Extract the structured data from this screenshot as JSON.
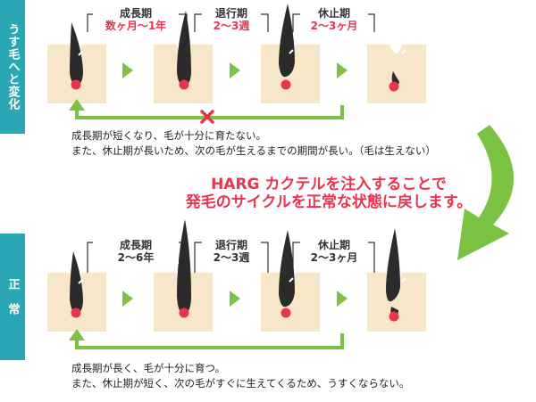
{
  "sections": {
    "top": {
      "side_label": "うす毛へと変化",
      "phases": [
        {
          "name": "成長期",
          "duration": "数ヶ月〜1年"
        },
        {
          "name": "退行期",
          "duration": "2〜3週"
        },
        {
          "name": "休止期",
          "duration": "2〜3ヶ月"
        }
      ],
      "cross_mark": "×",
      "description": [
        "成長期が短くなり、毛が十分に育たない。",
        "また、休止期が長いため、次の毛が生えるまでの期間が長い。（毛は生えない）"
      ]
    },
    "middle": {
      "headline": [
        "HARG カクテルを注入することで",
        "発毛のサイクルを正常な状態に戻します。"
      ]
    },
    "bottom": {
      "side_label": "正　常",
      "phases": [
        {
          "name": "成長期",
          "duration": "2〜6年"
        },
        {
          "name": "退行期",
          "duration": "2〜3週"
        },
        {
          "name": "休止期",
          "duration": "2〜3ヶ月"
        }
      ],
      "description": [
        "成長期が長く、毛が十分に育つ。",
        "また、休止期が短く、次の毛がすぐに生えてくるため、うすくならない。"
      ]
    }
  },
  "colors": {
    "teal": "#2aa7b5",
    "green": "#7cc242",
    "pink": "#e8344e",
    "skin": "#f7e6c8",
    "hair": "#2b2b2b"
  }
}
